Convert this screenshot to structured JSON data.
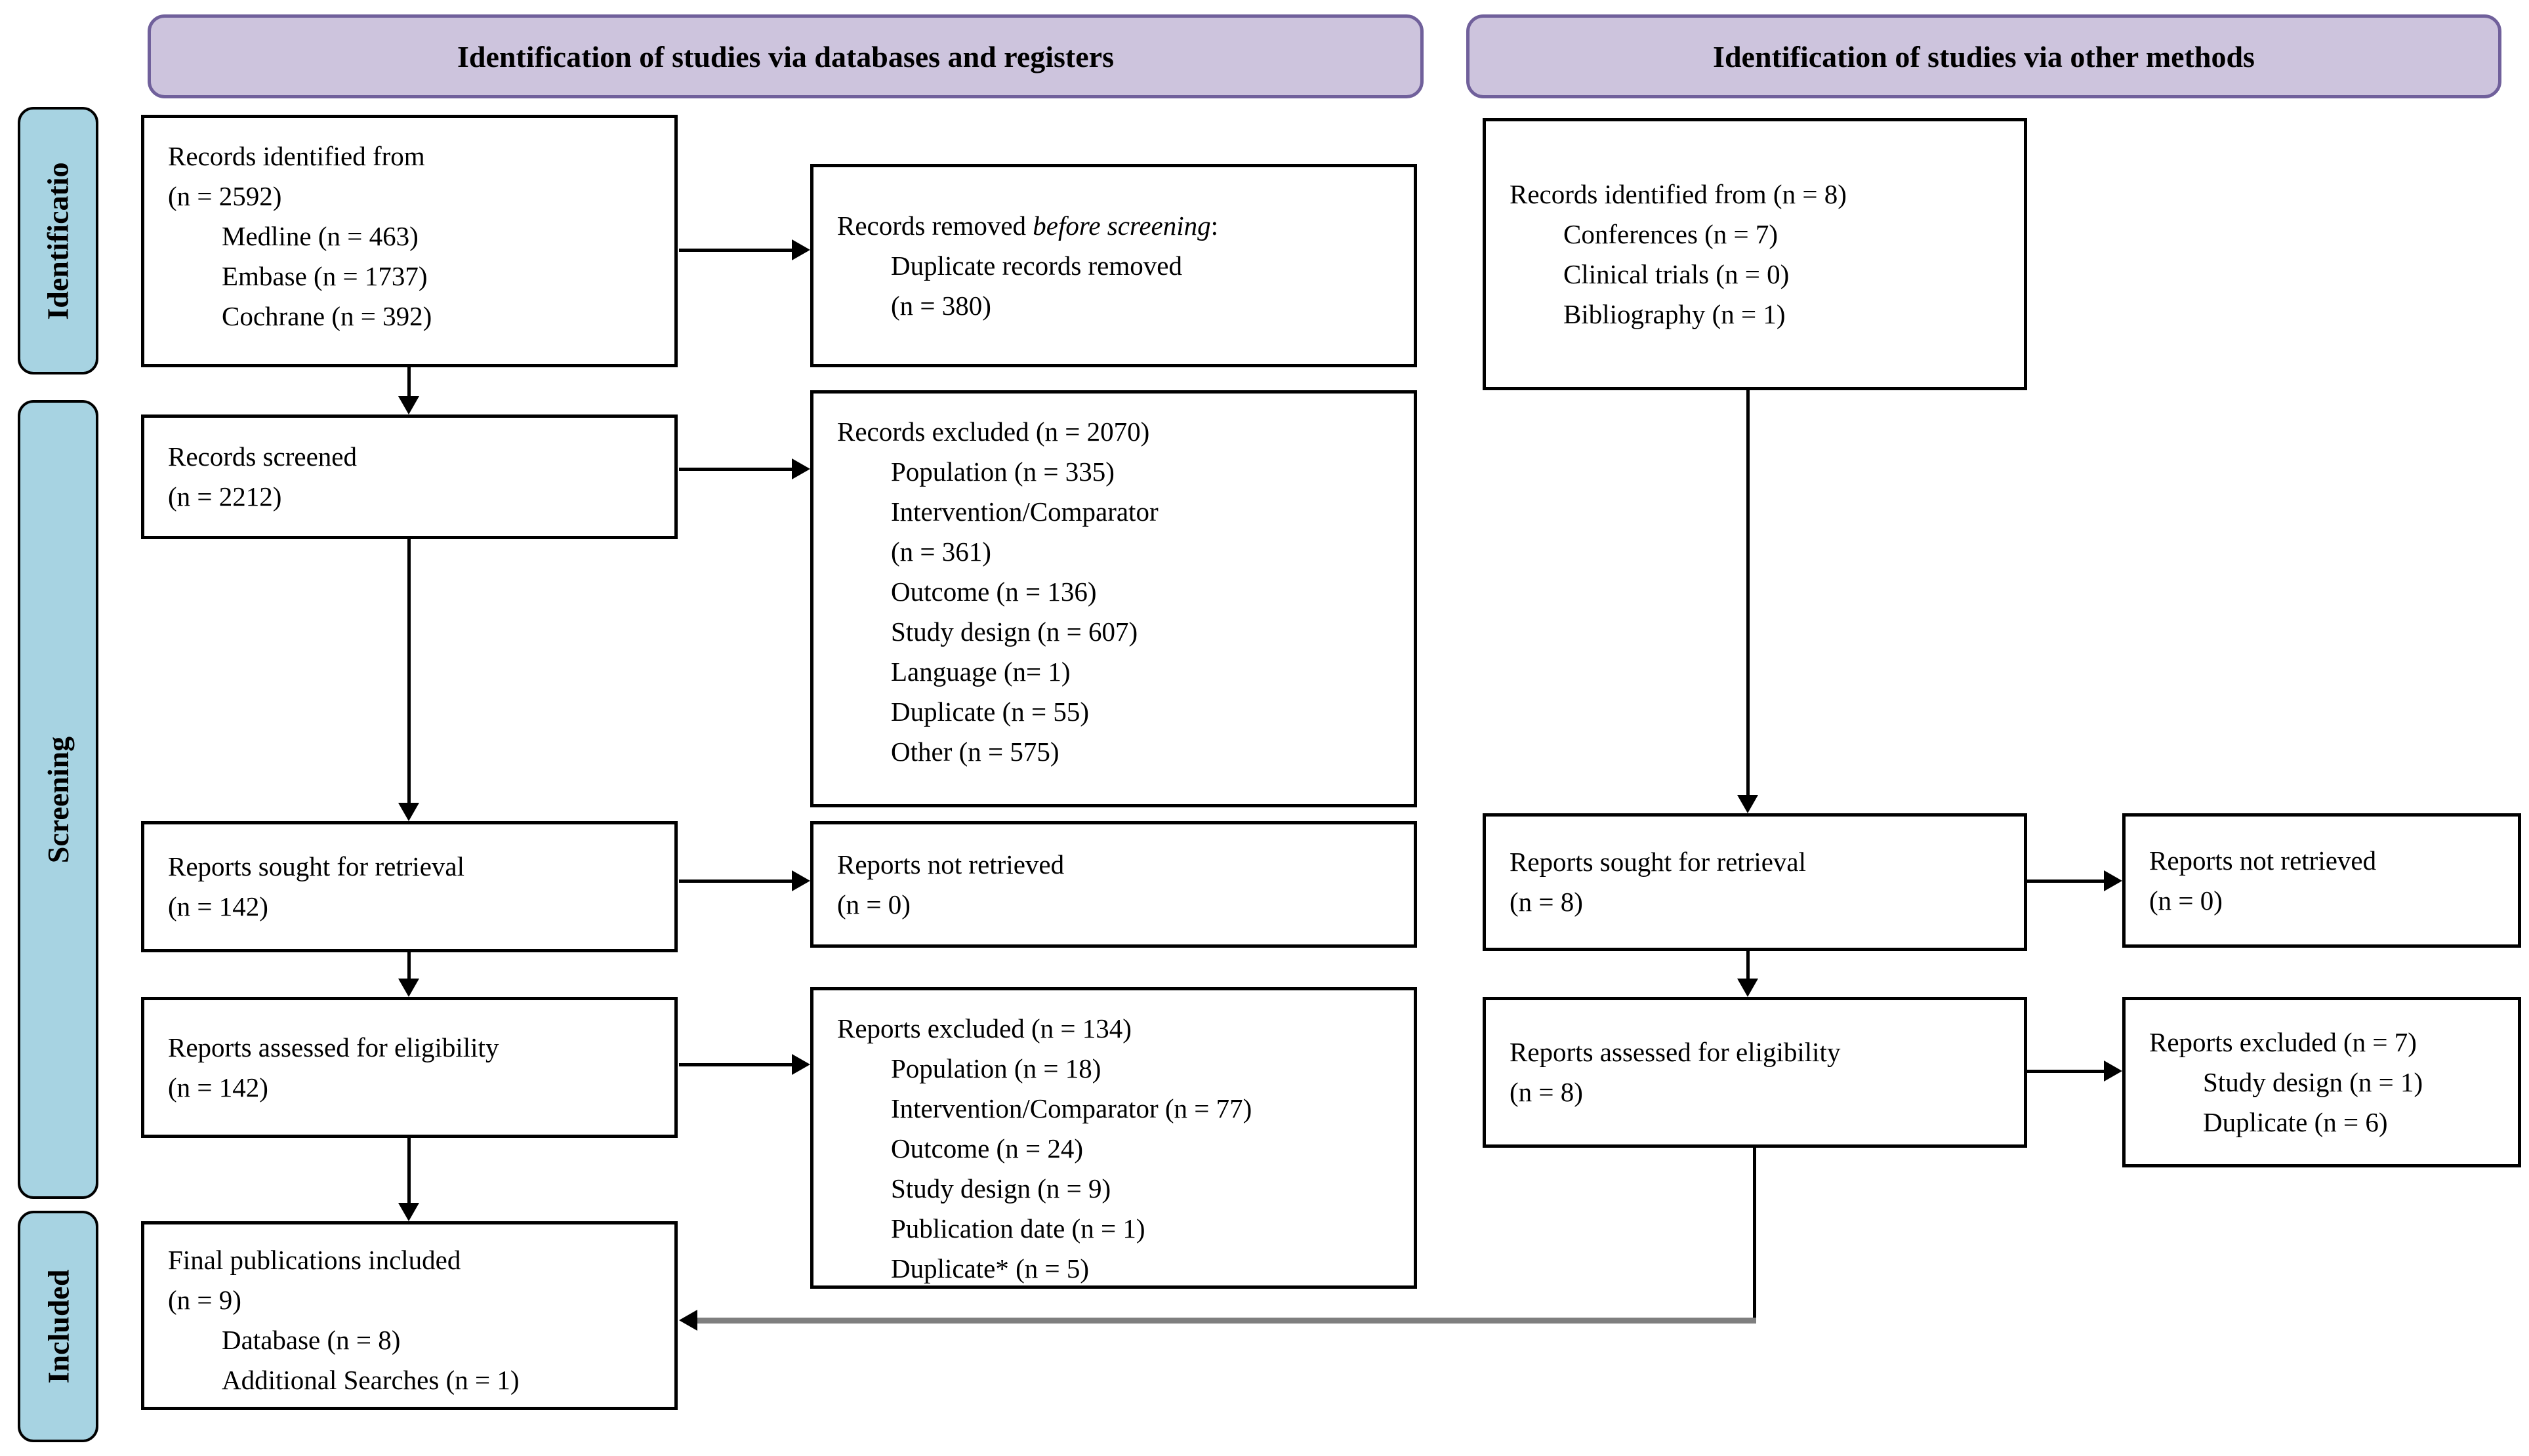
{
  "palette": {
    "banner_fill": "#cdc4dd",
    "banner_border": "#70609b",
    "sidebar_fill": "#a7d3e2",
    "box_border": "#000000",
    "connector": "#000000",
    "connector_gray": "#7f7f7f"
  },
  "banners": {
    "databases": "Identification of studies via databases and registers",
    "other": "Identification of studies via other methods"
  },
  "side_labels": {
    "identification": "Identificatio",
    "screening": "Screening",
    "included": "Included"
  },
  "boxes": {
    "a1": {
      "lines": [
        "Records identified from",
        "(n = 2592)",
        "Medline (n = 463)",
        "Embase (n = 1737)",
        "Cochrane (n = 392)"
      ]
    },
    "b1": {
      "title_prefix": "Records removed ",
      "title_italic": "before screening",
      "title_suffix": ":",
      "lines": [
        "Duplicate records removed",
        "(n = 380)"
      ]
    },
    "c1": {
      "lines": [
        "Records identified from (n = 8)",
        "Conferences (n = 7)",
        "Clinical trials (n = 0)",
        "Bibliography (n = 1)"
      ]
    },
    "a2": {
      "lines": [
        "Records screened",
        "(n = 2212)"
      ]
    },
    "b2": {
      "lines": [
        "Records excluded (n = 2070)",
        "Population (n = 335)",
        "Intervention/Comparator",
        "(n = 361)",
        "Outcome (n = 136)",
        "Study design (n = 607)",
        "Language (n= 1)",
        "Duplicate (n = 55)",
        "Other (n = 575)"
      ]
    },
    "a3": {
      "lines": [
        "Reports sought for retrieval",
        "(n = 142)"
      ]
    },
    "b3": {
      "lines": [
        "Reports not retrieved",
        "(n = 0)"
      ]
    },
    "c3": {
      "lines": [
        "Reports sought for retrieval",
        "(n = 8)"
      ]
    },
    "d3": {
      "lines": [
        "Reports not retrieved",
        "(n = 0)"
      ]
    },
    "a4": {
      "lines": [
        "Reports assessed for eligibility",
        "(n = 142)"
      ]
    },
    "b4": {
      "lines": [
        "Reports excluded (n = 134)",
        "Population (n = 18)",
        "Intervention/Comparator (n = 77)",
        "Outcome (n = 24)",
        "Study design (n = 9)",
        "Publication date (n = 1)",
        "Duplicate* (n = 5)"
      ]
    },
    "c4": {
      "lines": [
        "Reports assessed for eligibility",
        "(n = 8)"
      ]
    },
    "d4": {
      "lines": [
        "Reports excluded (n = 7)",
        "Study design (n = 1)",
        "Duplicate (n = 6)"
      ]
    },
    "a5": {
      "lines": [
        "Final publications included",
        "(n = 9)",
        "Database (n = 8)",
        "Additional Searches (n = 1)"
      ]
    }
  }
}
